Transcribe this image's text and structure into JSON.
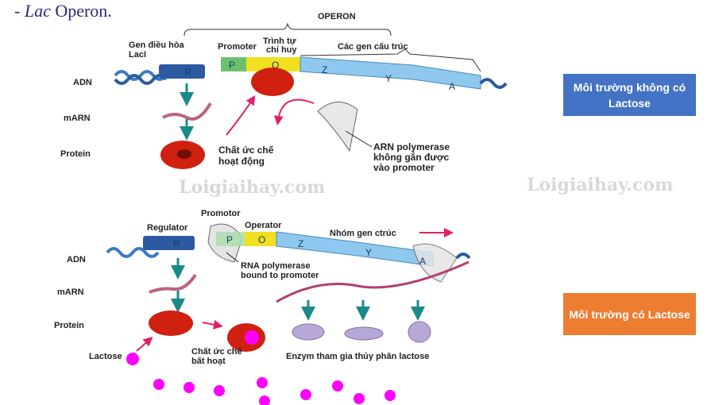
{
  "title": {
    "prefix": "- ",
    "italic": "Lac",
    "rest": " Operon."
  },
  "top": {
    "operon": "OPERON",
    "regulator_gene": [
      "Gen điều hòa",
      "LacI"
    ],
    "promoter": "Promoter",
    "operator": [
      "Trình tự",
      "chỉ huy"
    ],
    "structural_genes": "Các gen cấu trúc",
    "genes": {
      "r": "R",
      "p": "P",
      "o": "O",
      "z": "Z",
      "y": "Y",
      "a": "A"
    },
    "rows": {
      "dna": "ADN",
      "mrna": "mARN",
      "protein": "Protein"
    },
    "active_repressor": [
      "Chất ức chế",
      "hoạt động"
    ],
    "polymerase": [
      "ARN polymerase",
      "không gắn được",
      "vào promoter"
    ]
  },
  "bottom": {
    "regulator": "Regulator",
    "promotor": "Promotor",
    "operator": "Operator",
    "structural_genes": "Nhóm gen ctrúc",
    "genes": {
      "r": "R",
      "p": "P",
      "o": "O",
      "z": "Z",
      "y": "Y",
      "a": "A"
    },
    "rows": {
      "dna": "ADN",
      "mrna": "mARN",
      "protein": "Protein"
    },
    "polymerase": [
      "RNA polymerase",
      "bound to promoter"
    ],
    "lactose": "Lactose",
    "inactive_repressor": [
      "Chất ức chế",
      "bất hoạt"
    ],
    "enzymes": "Enzym tham gia thủy phân lactose"
  },
  "watermark": "Loigiaihay.com",
  "boxes": {
    "no_lactose": {
      "text": "Môi trường không có Lactose",
      "color": "#4472c4"
    },
    "with_lactose": {
      "text": "Môi trường có Lactose",
      "color": "#ed7d31"
    }
  },
  "colors": {
    "regulator": "#2c5aa0",
    "promoter": "#6cc070",
    "operator": "#f0e020",
    "structural": "#8ec8ee",
    "repressor": "#d02010",
    "mrna": "#c06080",
    "lactose": "#ff00ff",
    "enzyme": "#b8a8d8",
    "arrow": "#1a8a8a"
  }
}
